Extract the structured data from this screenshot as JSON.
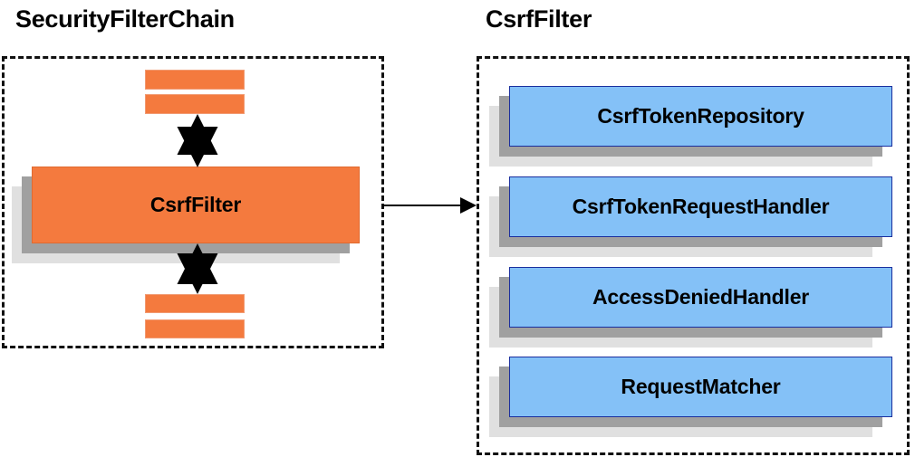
{
  "diagram": {
    "title_left": "SecurityFilterChain",
    "title_right": "CsrfFilter",
    "colors": {
      "orange_fill": "#f47a3e",
      "orange_border": "#e06a30",
      "blue_fill": "#84c1f7",
      "blue_border": "#1a2f9e",
      "shadow_mid": "#a0a0a0",
      "shadow_back": "#e0e0e0",
      "dashed_border": "#111111",
      "arrow": "#000000",
      "background": "#ffffff"
    },
    "left_group": {
      "label": "SecurityFilterChain",
      "main_card": {
        "label": "CsrfFilter"
      },
      "top_bars_count": 2,
      "bottom_bars_count": 2,
      "arrows": [
        {
          "name": "bidirectional-arrow-top",
          "direction": "both"
        },
        {
          "name": "bidirectional-arrow-bottom",
          "direction": "both"
        }
      ]
    },
    "right_group": {
      "label": "CsrfFilter",
      "cards": [
        {
          "label": "CsrfTokenRepository"
        },
        {
          "label": "CsrfTokenRequestHandler"
        },
        {
          "label": "AccessDeniedHandler"
        },
        {
          "label": "RequestMatcher"
        }
      ]
    },
    "connector": {
      "name": "csrffilter-to-collaborators-arrow",
      "direction": "right"
    }
  }
}
